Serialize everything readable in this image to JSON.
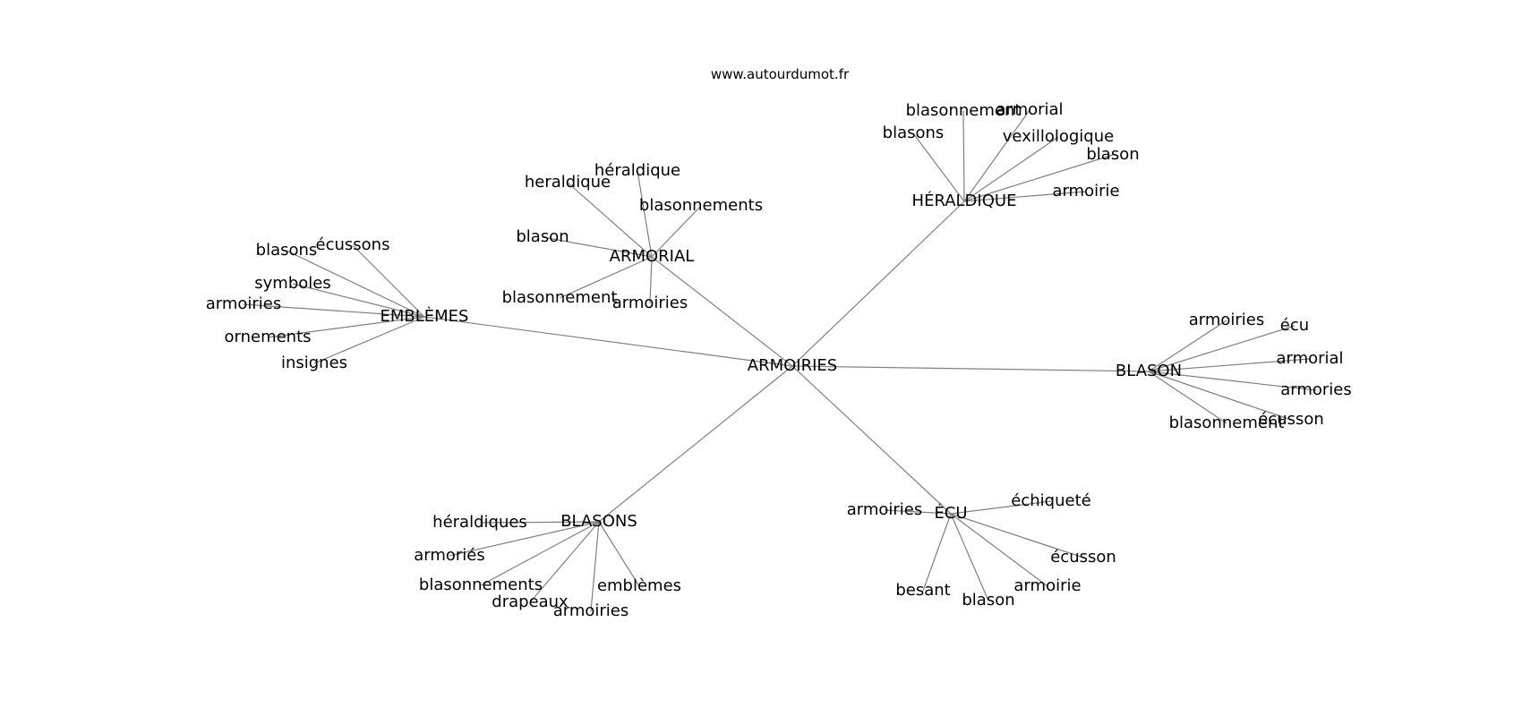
{
  "source": "www.autourdumot.fr",
  "center": "ARMOIRIES",
  "clusters": [
    {
      "label": "HÉRALDIQUE",
      "leaves": [
        "blasonnement",
        "armorial",
        "blasons",
        "vexillologique",
        "blason",
        "armoirie"
      ]
    },
    {
      "label": "ARMORIAL",
      "leaves": [
        "héraldique",
        "heraldique",
        "blasonnements",
        "blason",
        "blasonnement",
        "armoiries"
      ]
    },
    {
      "label": "EMBLÈMES",
      "leaves": [
        "écussons",
        "blasons",
        "symboles",
        "armoiries",
        "ornements",
        "insignes"
      ]
    },
    {
      "label": "BLASON",
      "leaves": [
        "armoiries",
        "écu",
        "armorial",
        "armories",
        "écusson",
        "blasonnement"
      ]
    },
    {
      "label": "BLASONS",
      "leaves": [
        "héraldiques",
        "armoriés",
        "blasonnements",
        "drapeaux",
        "armoiries",
        "emblèmes"
      ]
    },
    {
      "label": "ÉCU",
      "leaves": [
        "armoiries",
        "échiqueté",
        "écusson",
        "armoirie",
        "blason",
        "besant"
      ]
    }
  ]
}
